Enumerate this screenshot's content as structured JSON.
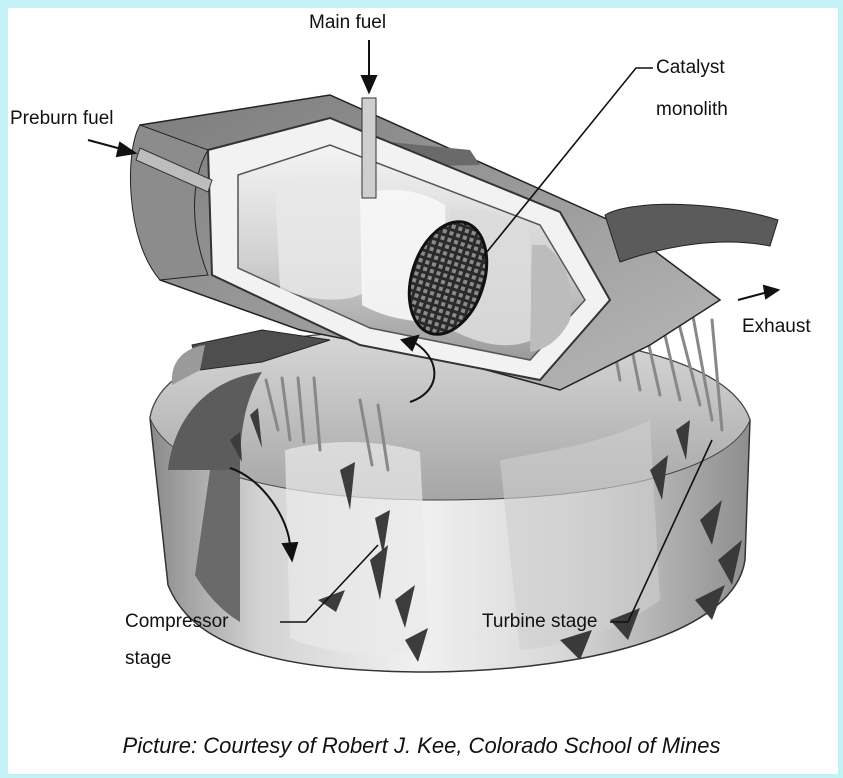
{
  "labels": {
    "main_fuel": "Main fuel",
    "preburn_fuel": "Preburn fuel",
    "catalyst_line1": "Catalyst",
    "catalyst_line2": "monolith",
    "exhaust": "Exhaust",
    "compressor_line1": "Compressor",
    "compressor_line2": "stage",
    "turbine": "Turbine stage"
  },
  "caption": "Picture: Courtesy of Robert J. Kee, Colorado School of Mines",
  "colors": {
    "page_background": "#c2f2f5",
    "panel": "#ffffff",
    "ink": "#111111"
  }
}
